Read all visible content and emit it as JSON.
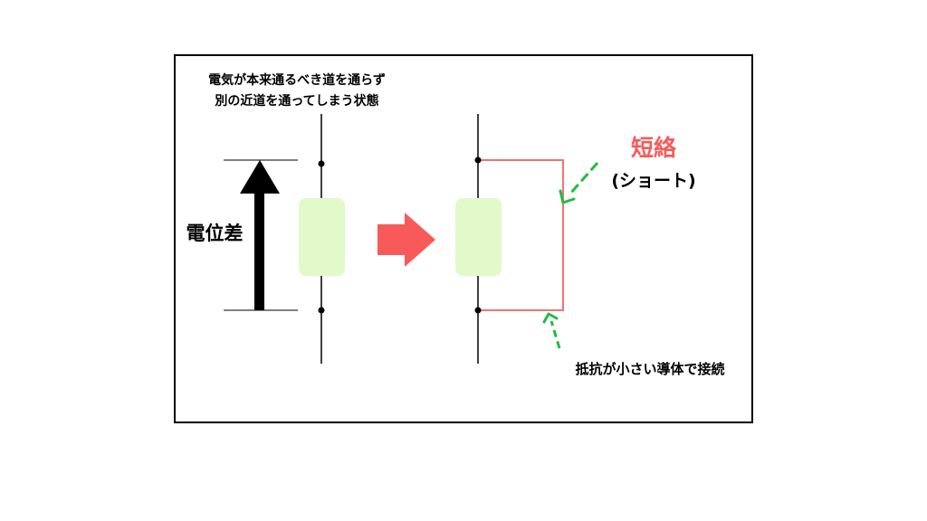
{
  "caption": {
    "line1": "電気が本来通るべき道を通らず",
    "line2": "別の近道を通ってしまう状態"
  },
  "labels": {
    "potential_difference": "電位差",
    "short_circuit": "短絡",
    "short_reading": "(ショート)",
    "low_resistance_conductor": "抵抗が小さい導体で接続"
  },
  "colors": {
    "frame": "#000000",
    "wire": "#000000",
    "component_fill": "#e2f9c9",
    "accent_red": "#f85a5a",
    "short_path": "#f07474",
    "pointer_green": "#22bb44",
    "arrow_black": "#000000"
  }
}
